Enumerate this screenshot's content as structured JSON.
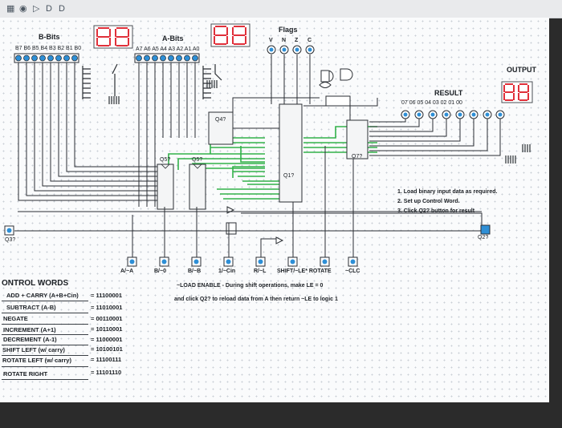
{
  "toolbar": {
    "icons": [
      "grid-icon",
      "record-icon",
      "play-icon",
      "step-icon",
      "step-forward-icon"
    ],
    "glyphs": [
      "▦",
      "◉",
      "▷",
      "D",
      "D"
    ]
  },
  "b_bits": {
    "title": "B-Bits",
    "pins": "B7 B6 B5 B4 B3 B2 B1 B0",
    "display": "88"
  },
  "a_bits": {
    "title": "A-Bits",
    "pins": "A7 A6 A5 A4 A3 A2 A1 A0",
    "display": "88"
  },
  "flags": {
    "title": "Flags",
    "names": [
      "V",
      "N",
      "Z",
      "C"
    ]
  },
  "output": {
    "title": "OUTPUT",
    "display": "88"
  },
  "result": {
    "title": "RESULT",
    "pins": "07 06 05 04 03 02 01 00"
  },
  "chips": {
    "q1": "Q1?",
    "q2_right": "Q2?",
    "q3": "Q3?",
    "q4": "Q4?",
    "q5a": "Q5?",
    "q5b": "Q5?",
    "q7": "Q7?"
  },
  "controls": {
    "a_not_a": "A/~A",
    "b_not_0": "B/~0",
    "b_not_b": "B/~B",
    "one_not_cin": "1/~Cin",
    "r_not_l": "R/~L",
    "shift_le_rotate": "SHIFT/~LE* ROTATE",
    "clc": "~CLC"
  },
  "instructions": [
    "1. Load binary input data as required.",
    "2. Set up Control Word.",
    "3. Click Q2? button for result"
  ],
  "load_note": {
    "line1": "~LOAD ENABLE - During shift operations, make LE = 0",
    "line2": "and click Q2? to reload data from A then return ~LE to logic 1"
  },
  "control_words": {
    "title": "ONTROL WORDS",
    "rows": [
      {
        "name": "ADD + CARRY (A+B+Cin)",
        "value": "= 11100001"
      },
      {
        "name": "SUBTRACT (A-B)",
        "value": "= 11010001"
      },
      {
        "name": "NEGATE",
        "value": "= 00110001"
      },
      {
        "name": "INCREMENT (A+1)",
        "value": "= 10110001"
      },
      {
        "name": "DECREMENT (A-1)",
        "value": "= 11000001"
      },
      {
        "name": "SHIFT LEFT (w/ carry)",
        "value": "= 10100101"
      },
      {
        "name": "ROTATE LEFT (w/ carry)",
        "value": "= 11100111"
      },
      {
        "name": "ROTATE RIGHT",
        "value": "= 11101110"
      }
    ]
  },
  "colors": {
    "wire_dark": "#2a2e33",
    "wire_green": "#33b14a",
    "segment_red": "#e0303a",
    "toggle_blue": "#2e8fd6",
    "chip_fill": "#f4f5f6"
  }
}
